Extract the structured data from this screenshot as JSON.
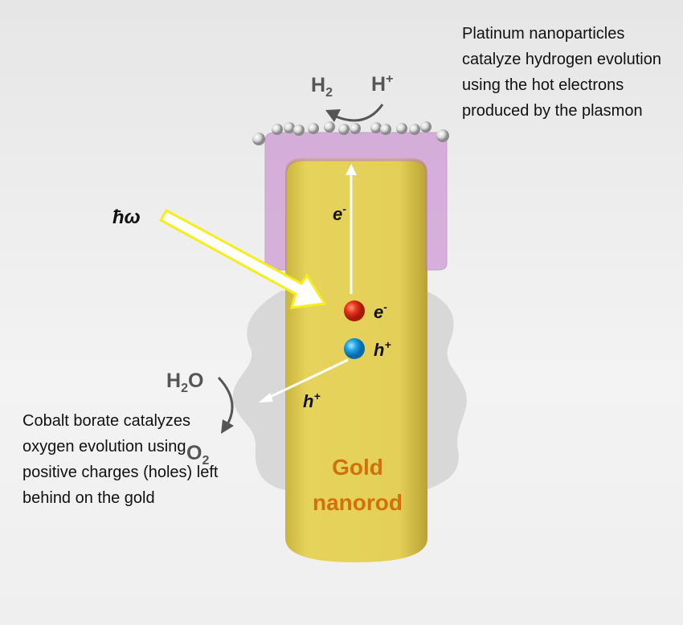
{
  "labels": {
    "platinum_note": "Platinum nanoparticles catalyze hydrogen evolution using the hot electrons produced by the plasmon",
    "cobalt_note": "Cobalt borate catalyzes oxygen evolution using positive charges (holes) left behind on the gold",
    "h2": {
      "base": "H",
      "sub": "2"
    },
    "h_plus": {
      "base": "H",
      "sup": "+"
    },
    "h2o": {
      "a": "H",
      "sub": "2",
      "b": "O"
    },
    "o2": {
      "base": "O",
      "sub": "2"
    },
    "photon": "ħω",
    "electron_path": {
      "base": "e",
      "sup": "-"
    },
    "electron": {
      "base": "e",
      "sup": "-"
    },
    "hole": {
      "base": "h",
      "sup": "+"
    },
    "hole_path": {
      "base": "h",
      "sup": "+"
    },
    "rod_line1": "Gold",
    "rod_line2": "nanorod"
  },
  "colors": {
    "gold": "#e3cf55",
    "platinum_shell": "#c98fcf",
    "cobalt_shell": "#c8c8c8",
    "electron": "#e8361c",
    "hole": "#1fa3e6",
    "beam_outline": "#f5ee1a",
    "rod_text": "#d2700c"
  }
}
